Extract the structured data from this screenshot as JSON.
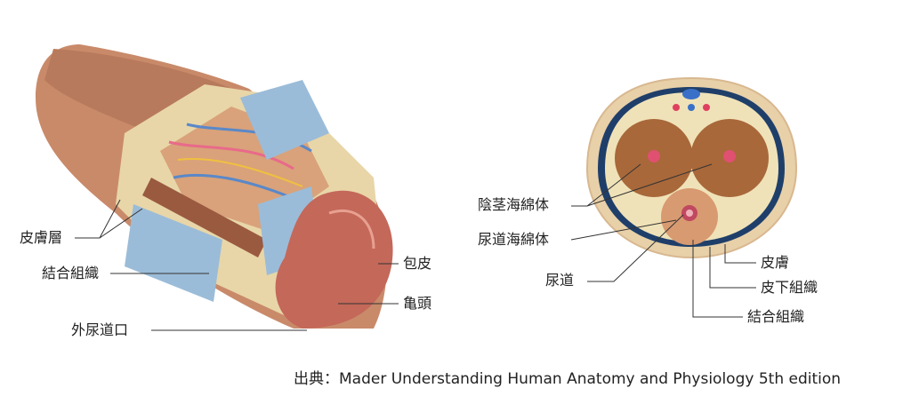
{
  "left_figure": {
    "labels": {
      "skin_layer": "皮膚層",
      "connective_tissue": "結合組織",
      "external_urethral_orifice": "外尿道口",
      "foreskin": "包皮",
      "glans": "亀頭"
    }
  },
  "right_figure": {
    "labels": {
      "corpus_cavernosum": "陰茎海綿体",
      "corpus_spongiosum": "尿道海綿体",
      "urethra": "尿道",
      "skin": "皮膚",
      "subcutaneous_tissue": "皮下組織",
      "connective_tissue": "結合組織"
    }
  },
  "caption": "出典：Mader Understanding Human Anatomy and Physiology 5th edition",
  "colors": {
    "skin": "#c98a6a",
    "tissue": "#e8d6a8",
    "spongy": "#a8683a",
    "fascia": "#1f3f6a",
    "vein_blue": "#9bbcd8",
    "glans": "#c4685a"
  }
}
